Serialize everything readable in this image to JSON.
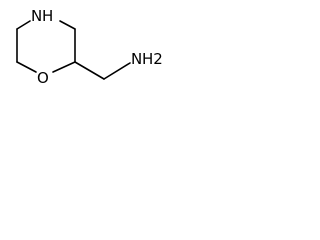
{
  "molecule": {
    "ring_nitrogen": "N",
    "ring_nitrogen_h": "H",
    "ring_oxygen": "O",
    "amine_nitrogen": "N",
    "amine_h2": "H2"
  }
}
